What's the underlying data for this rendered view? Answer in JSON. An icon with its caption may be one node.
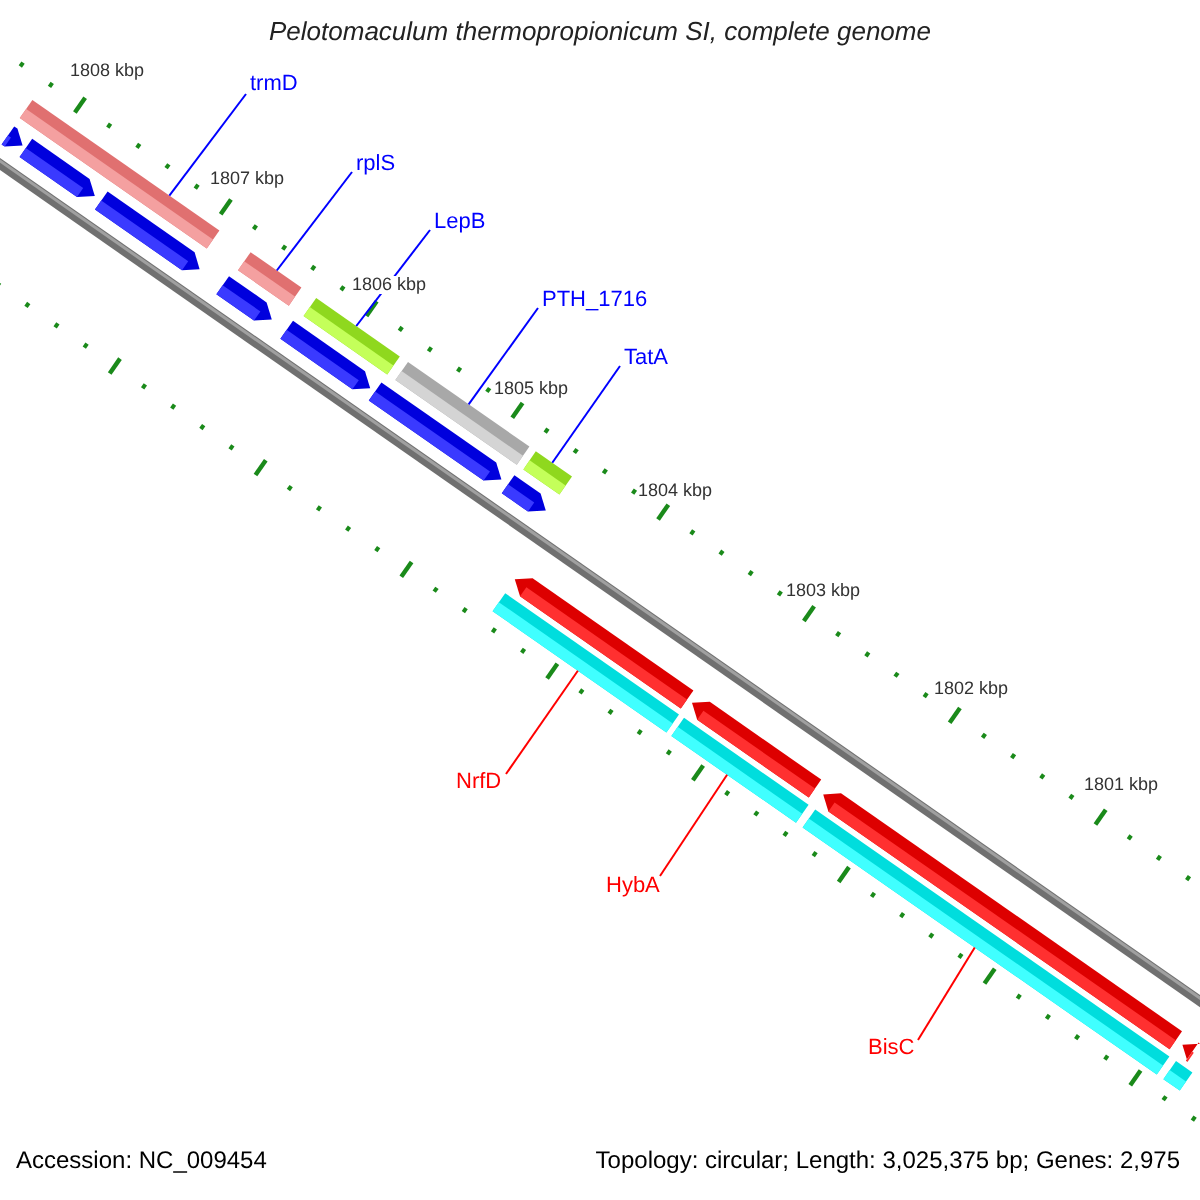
{
  "diagram": {
    "title": "Pelotomaculum thermopropionicum SI, complete genome",
    "nodes": [
      {
        "text": [
          "trmD"
        ]
      },
      {
        "text": [
          "rplS"
        ]
      },
      {
        "text": [
          "LepB"
        ]
      },
      {
        "text": [
          "PTH_1716"
        ]
      },
      {
        "text": [
          "TatA"
        ]
      },
      {
        "text": [
          "NrfD"
        ]
      },
      {
        "text": [
          "HybA"
        ]
      },
      {
        "text": [
          "BisC"
        ]
      },
      {
        "text": [],
        "shape": "bar"
      },
      {
        "text": [],
        "shape": "bar"
      },
      {
        "text": [],
        "shape": "bar"
      },
      {
        "text": [],
        "shape": "bar"
      },
      {
        "text": [],
        "shape": "bar"
      },
      {
        "text": [],
        "shape": "bar"
      },
      {
        "text": [],
        "shape": "bar"
      },
      {
        "text": [],
        "shape": "bar"
      },
      {
        "text": [],
        "shape": "bar"
      },
      {
        "text": [],
        "shape": "bar"
      },
      {
        "text": [],
        "shape": "bar"
      },
      {
        "text": [],
        "shape": "bar"
      },
      {
        "text": [],
        "shape": "bar"
      },
      {
        "text": [],
        "shape": "bar"
      },
      {
        "text": [],
        "shape": "bar"
      },
      {
        "text": [],
        "shape": "bar"
      },
      {
        "text": [],
        "shape": "bar"
      },
      {
        "text": [],
        "shape": "bar"
      },
      {
        "text": [],
        "shape": "bar"
      },
      {
        "text": [],
        "shape": "bar"
      }
    ],
    "edges": [
      {
        "from": 0,
        "to": 9,
        "arrow": "none"
      },
      {
        "from": 1,
        "to": 13,
        "arrow": "none"
      },
      {
        "from": 2,
        "to": 15,
        "arrow": "none"
      },
      {
        "from": 3,
        "to": 17,
        "arrow": "none"
      },
      {
        "from": 4,
        "to": 19,
        "arrow": "none"
      },
      {
        "from": 5,
        "to": 21,
        "arrow": "none",
        "color": "#ff0000"
      },
      {
        "from": 6,
        "to": 23,
        "arrow": "none",
        "color": "#ff0000"
      },
      {
        "from": 7,
        "to": 25,
        "arrow": "none",
        "color": "#ff0000"
      }
    ],
    "labels": [
      "1808 kbp",
      "1807 kbp",
      "1806 kbp",
      "1805 kbp",
      "1804 kbp",
      "1803 kbp",
      "1802 kbp",
      "1801 kbp",
      "Accession: NC_009454",
      "Topology: circular; Length: 3,025,375 bp; Genes: 2,975"
    ]
  }
}
